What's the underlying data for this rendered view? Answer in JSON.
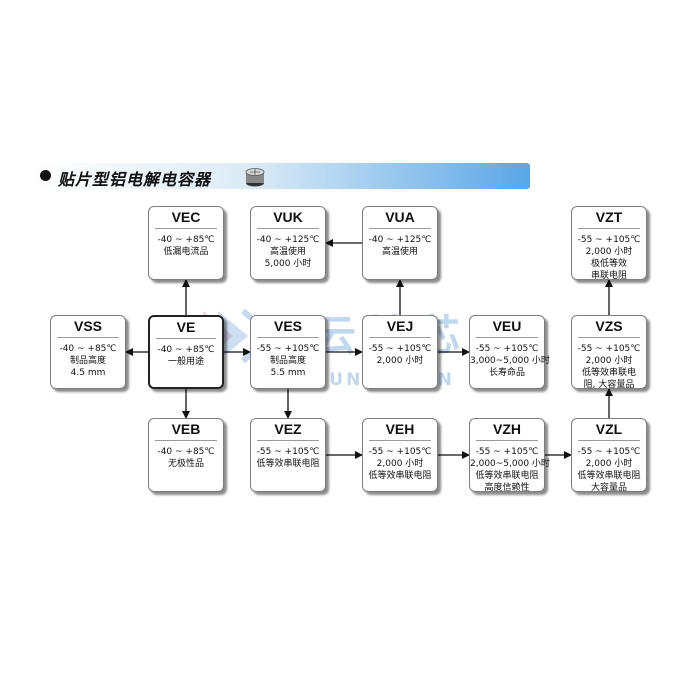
{
  "header": {
    "title": "贴片型铝电解电容器"
  },
  "watermark": {
    "chinese": "云灿芯",
    "latin": "YUNCANXIN"
  },
  "diagram": {
    "nodes": [
      {
        "id": "VEC",
        "name": "VEC",
        "lines": [
          "-40 ~ +85℃",
          "低漏电流品"
        ]
      },
      {
        "id": "VUK",
        "name": "VUK",
        "lines": [
          "-40 ~ +125℃",
          "高温使用",
          "5,000 小时"
        ]
      },
      {
        "id": "VUA",
        "name": "VUA",
        "lines": [
          "-40 ~ +125℃",
          "高温使用"
        ]
      },
      {
        "id": "VZT",
        "name": "VZT",
        "lines": [
          "-55 ~ +105℃",
          "2,000 小时",
          "极低等效",
          "串联电阻"
        ]
      },
      {
        "id": "VSS",
        "name": "VSS",
        "lines": [
          "-40 ~ +85℃",
          "制品高度",
          "4.5 mm"
        ]
      },
      {
        "id": "VE",
        "name": "VE",
        "lines": [
          "-40 ~ +85℃",
          "一般用途"
        ]
      },
      {
        "id": "VES",
        "name": "VES",
        "lines": [
          "-55 ~ +105℃",
          "制品高度",
          "5.5 mm"
        ]
      },
      {
        "id": "VEJ",
        "name": "VEJ",
        "lines": [
          "-55 ~ +105℃",
          "2,000 小时"
        ]
      },
      {
        "id": "VEU",
        "name": "VEU",
        "lines": [
          "-55 ~ +105℃",
          "3,000~5,000 小时",
          "长寿命品"
        ]
      },
      {
        "id": "VZS",
        "name": "VZS",
        "lines": [
          "-55 ~ +105℃",
          "2,000 小时",
          "低等效串联电",
          "阻, 大容量品"
        ]
      },
      {
        "id": "VEB",
        "name": "VEB",
        "lines": [
          "-40 ~ +85℃",
          "无极性品"
        ]
      },
      {
        "id": "VEZ",
        "name": "VEZ",
        "lines": [
          "-55 ~ +105℃",
          "低等效串联电阻"
        ]
      },
      {
        "id": "VEH",
        "name": "VEH",
        "lines": [
          "-55 ~ +105℃",
          "2,000 小时",
          "低等效串联电阻"
        ]
      },
      {
        "id": "VZH",
        "name": "VZH",
        "lines": [
          "-55 ~ +105℃",
          "2,000~5,000 小时",
          "低等效串联电阻",
          "高度信赖性"
        ]
      },
      {
        "id": "VZL",
        "name": "VZL",
        "lines": [
          "-55 ~ +105℃",
          "2,000 小时",
          "低等效串联电阻",
          "大容量品"
        ]
      }
    ],
    "edges": [
      {
        "from": "VE",
        "to": "VEC"
      },
      {
        "from": "VE",
        "to": "VSS"
      },
      {
        "from": "VE",
        "to": "VES"
      },
      {
        "from": "VE",
        "to": "VEB"
      },
      {
        "from": "VES",
        "to": "VEJ"
      },
      {
        "from": "VES",
        "to": "VEZ"
      },
      {
        "from": "VEJ",
        "to": "VUA"
      },
      {
        "from": "VUA",
        "to": "VUK"
      },
      {
        "from": "VEJ",
        "to": "VEU"
      },
      {
        "from": "VEZ",
        "to": "VEH"
      },
      {
        "from": "VEH",
        "to": "VZH"
      },
      {
        "from": "VZH",
        "to": "VZL"
      },
      {
        "from": "VZL",
        "to": "VZS"
      },
      {
        "from": "VZS",
        "to": "VZT"
      }
    ]
  }
}
